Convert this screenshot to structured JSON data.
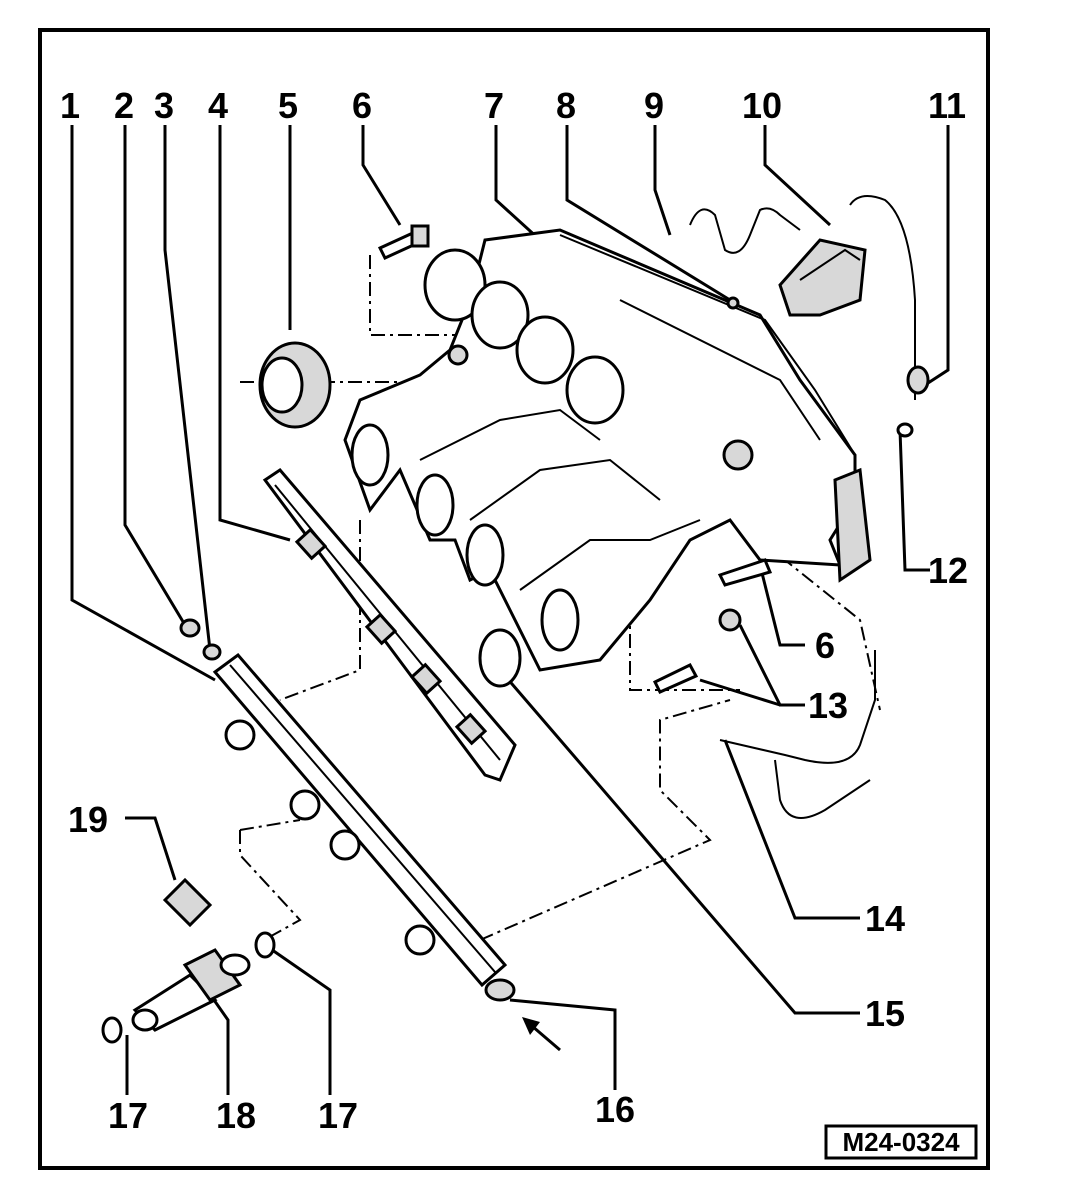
{
  "diagram": {
    "labels": {
      "p1": "1",
      "p2": "2",
      "p3": "3",
      "p4": "4",
      "p5": "5",
      "p6a": "6",
      "p6b": "6",
      "p7": "7",
      "p8": "8",
      "p9": "9",
      "p10": "10",
      "p11": "11",
      "p12": "12",
      "p13": "13",
      "p14": "14",
      "p15": "15",
      "p16": "16",
      "p17a": "17",
      "p17b": "17",
      "p18": "18",
      "p19": "19"
    },
    "reference_code": "M24-0324"
  }
}
